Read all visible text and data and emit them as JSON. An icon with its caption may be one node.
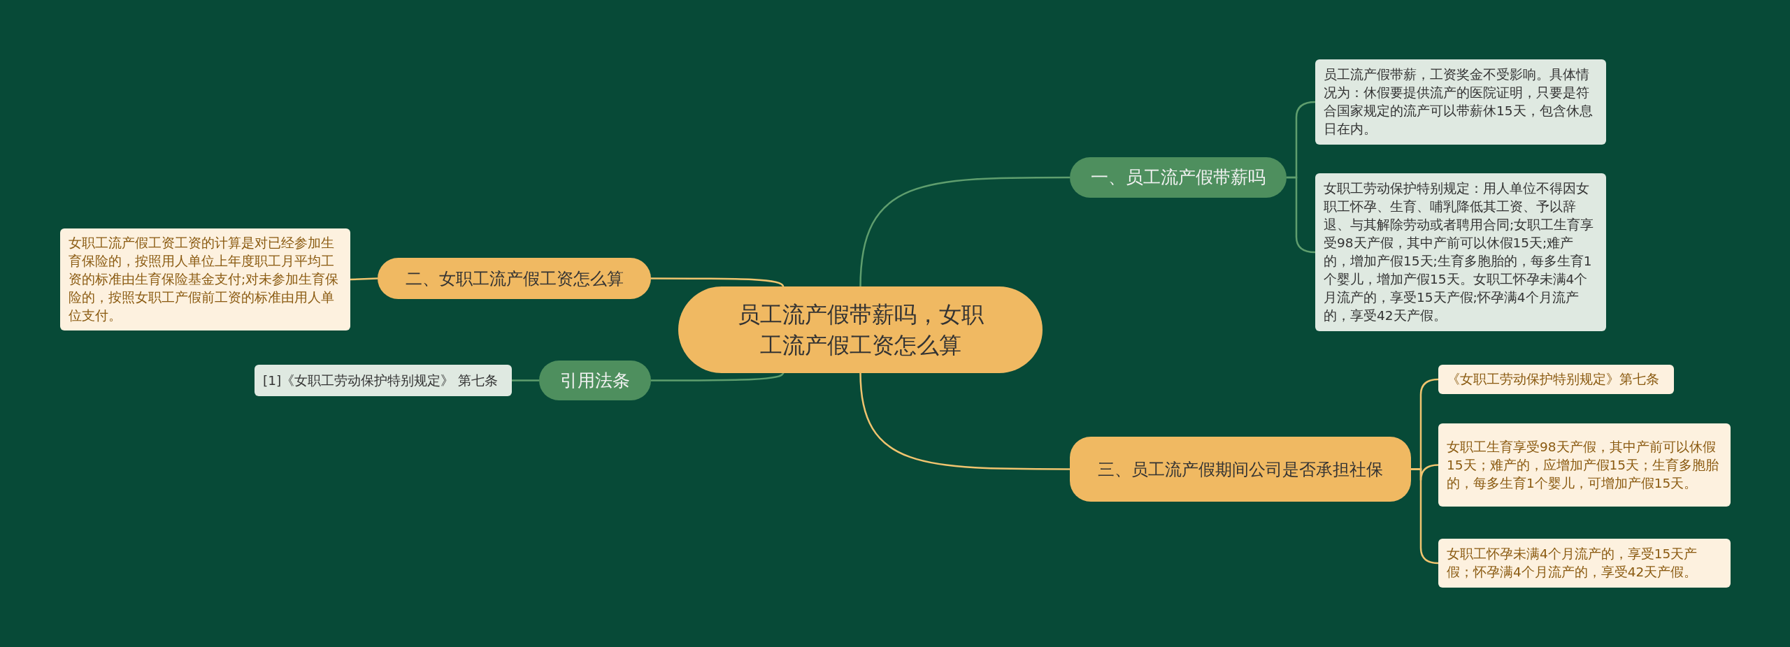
{
  "diagram": {
    "nodes": [
      {
        "text": [
          "员工流产假带薪吗，女职工流产假工资怎么算"
        ]
      },
      {
        "text": [
          "一、员工流产假带薪吗"
        ]
      },
      {
        "text": [
          "员工流产假带薪，工资奖金不受影响。具体情况为：休假要提供流产的医院证明，只要是符合国家规定的流产可以带薪休15天，包含休息日在内。"
        ]
      },
      {
        "text": [
          "女职工劳动保护特别规定：用人单位不得因女职工怀孕、生育、哺乳降低其工资、予以辞退、与其解除劳动或者聘用合同;女职工生育享受98天产假，其中产前可以休假15天;难产的，增加产假15天;生育多胞胎的，每多生育1个婴儿，增加产假15天。女职工怀孕未满4个月流产的，享受15天产假;怀孕满4个月流产的，享受42天产假。"
        ]
      },
      {
        "text": [
          "二、女职工流产假工资怎么算"
        ]
      },
      {
        "text": [
          "女职工流产假工资工资的计算是对已经参加生育保险的，按照用人单位上年度职工月平均工资的标准由生育保险基金支付;对未参加生育保险的，按照女职工产假前工资的标准由用人单位支付。"
        ]
      },
      {
        "text": [
          "引用法条"
        ]
      },
      {
        "text": [
          "[1]《女职工劳动保护特别规定》 第七条"
        ]
      },
      {
        "text": [
          "三、员工流产假期间公司是否承担社保"
        ]
      },
      {
        "text": [
          "《女职工劳动保护特别规定》第七条"
        ]
      },
      {
        "text": [
          "女职工生育享受98天产假，其中产前可以休假15天；难产的，应增加产假15天；生育多胞胎的，每多生育1个婴儿，可增加产假15天。"
        ]
      },
      {
        "text": [
          "女职工怀孕未满4个月流产的，享受15天产假；怀孕满4个月流产的，享受42天产假。"
        ]
      }
    ],
    "edges": [
      {
        "from": 0,
        "to": 1,
        "arrow": "none",
        "color": "#5f9e6e"
      },
      {
        "from": 1,
        "to": 2,
        "arrow": "none",
        "color": "#5f9e6e"
      },
      {
        "from": 1,
        "to": 3,
        "arrow": "none",
        "color": "#5f9e6e"
      },
      {
        "from": 0,
        "to": 4,
        "arrow": "none"
      },
      {
        "from": 4,
        "to": 5,
        "arrow": "none"
      },
      {
        "from": 0,
        "to": 6,
        "arrow": "none",
        "color": "#5f9e6e"
      },
      {
        "from": 6,
        "to": 7,
        "arrow": "none",
        "color": "#5f9e6e"
      },
      {
        "from": 0,
        "to": 8,
        "arrow": "none"
      },
      {
        "from": 8,
        "to": 9,
        "arrow": "none"
      },
      {
        "from": 8,
        "to": 10,
        "arrow": "none"
      },
      {
        "from": 8,
        "to": 11,
        "arrow": "none"
      }
    ]
  }
}
